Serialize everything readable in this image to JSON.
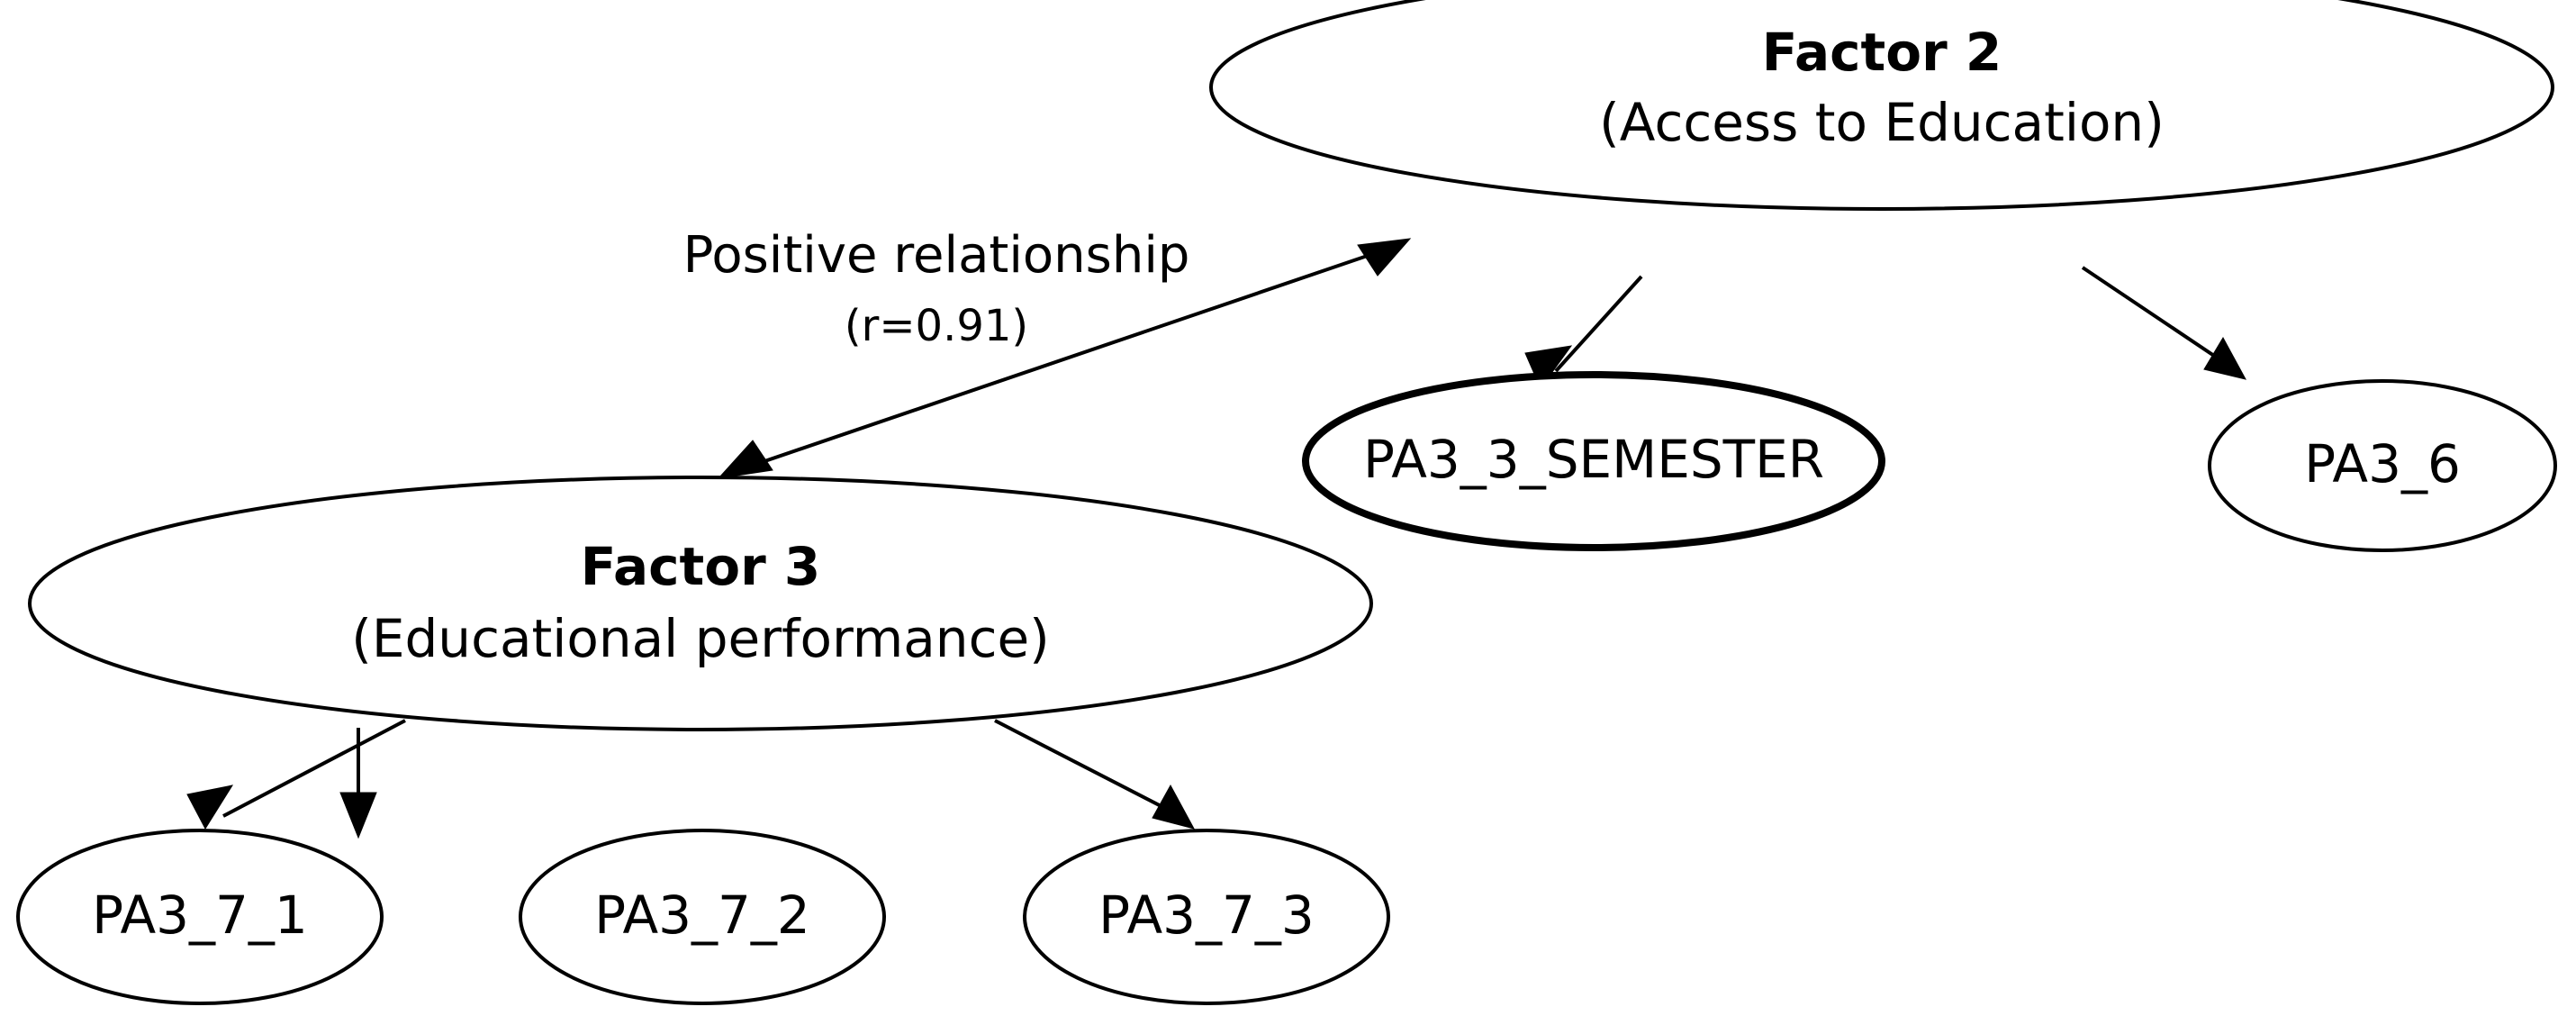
{
  "diagram": {
    "type": "factor-analysis-path-diagram",
    "background_color": "#ffffff",
    "line_color": "#000000",
    "nodes": [
      {
        "id": "factor2",
        "title": "Factor 2",
        "subtitle": "(Access to Education)",
        "emphasis": "normal"
      },
      {
        "id": "factor3",
        "title": "Factor 3",
        "subtitle": "(Educational performance)",
        "emphasis": "normal"
      },
      {
        "id": "pa3_3_semester",
        "label": "PA3_3_SEMESTER",
        "emphasis": "thick"
      },
      {
        "id": "pa3_6",
        "label": "PA3_6",
        "emphasis": "normal"
      },
      {
        "id": "pa3_7_1",
        "label": "PA3_7_1",
        "emphasis": "normal"
      },
      {
        "id": "pa3_7_2",
        "label": "PA3_7_2",
        "emphasis": "normal"
      },
      {
        "id": "pa3_7_3",
        "label": "PA3_7_3",
        "emphasis": "normal"
      }
    ],
    "edge_label": {
      "line1": "Positive relationship",
      "line2": "(r=0.91)"
    },
    "correlation_value": "0.91",
    "edges": [
      {
        "from": "factor3",
        "to": "factor2",
        "kind": "bidirectional",
        "label": "Positive relationship (r=0.91)"
      },
      {
        "from": "factor2",
        "to": "pa3_3_semester",
        "kind": "directed"
      },
      {
        "from": "factor2",
        "to": "pa3_6",
        "kind": "directed"
      },
      {
        "from": "factor3",
        "to": "pa3_7_1",
        "kind": "directed"
      },
      {
        "from": "factor3",
        "to": "pa3_7_2",
        "kind": "directed"
      },
      {
        "from": "factor3",
        "to": "pa3_7_3",
        "kind": "directed"
      }
    ]
  }
}
